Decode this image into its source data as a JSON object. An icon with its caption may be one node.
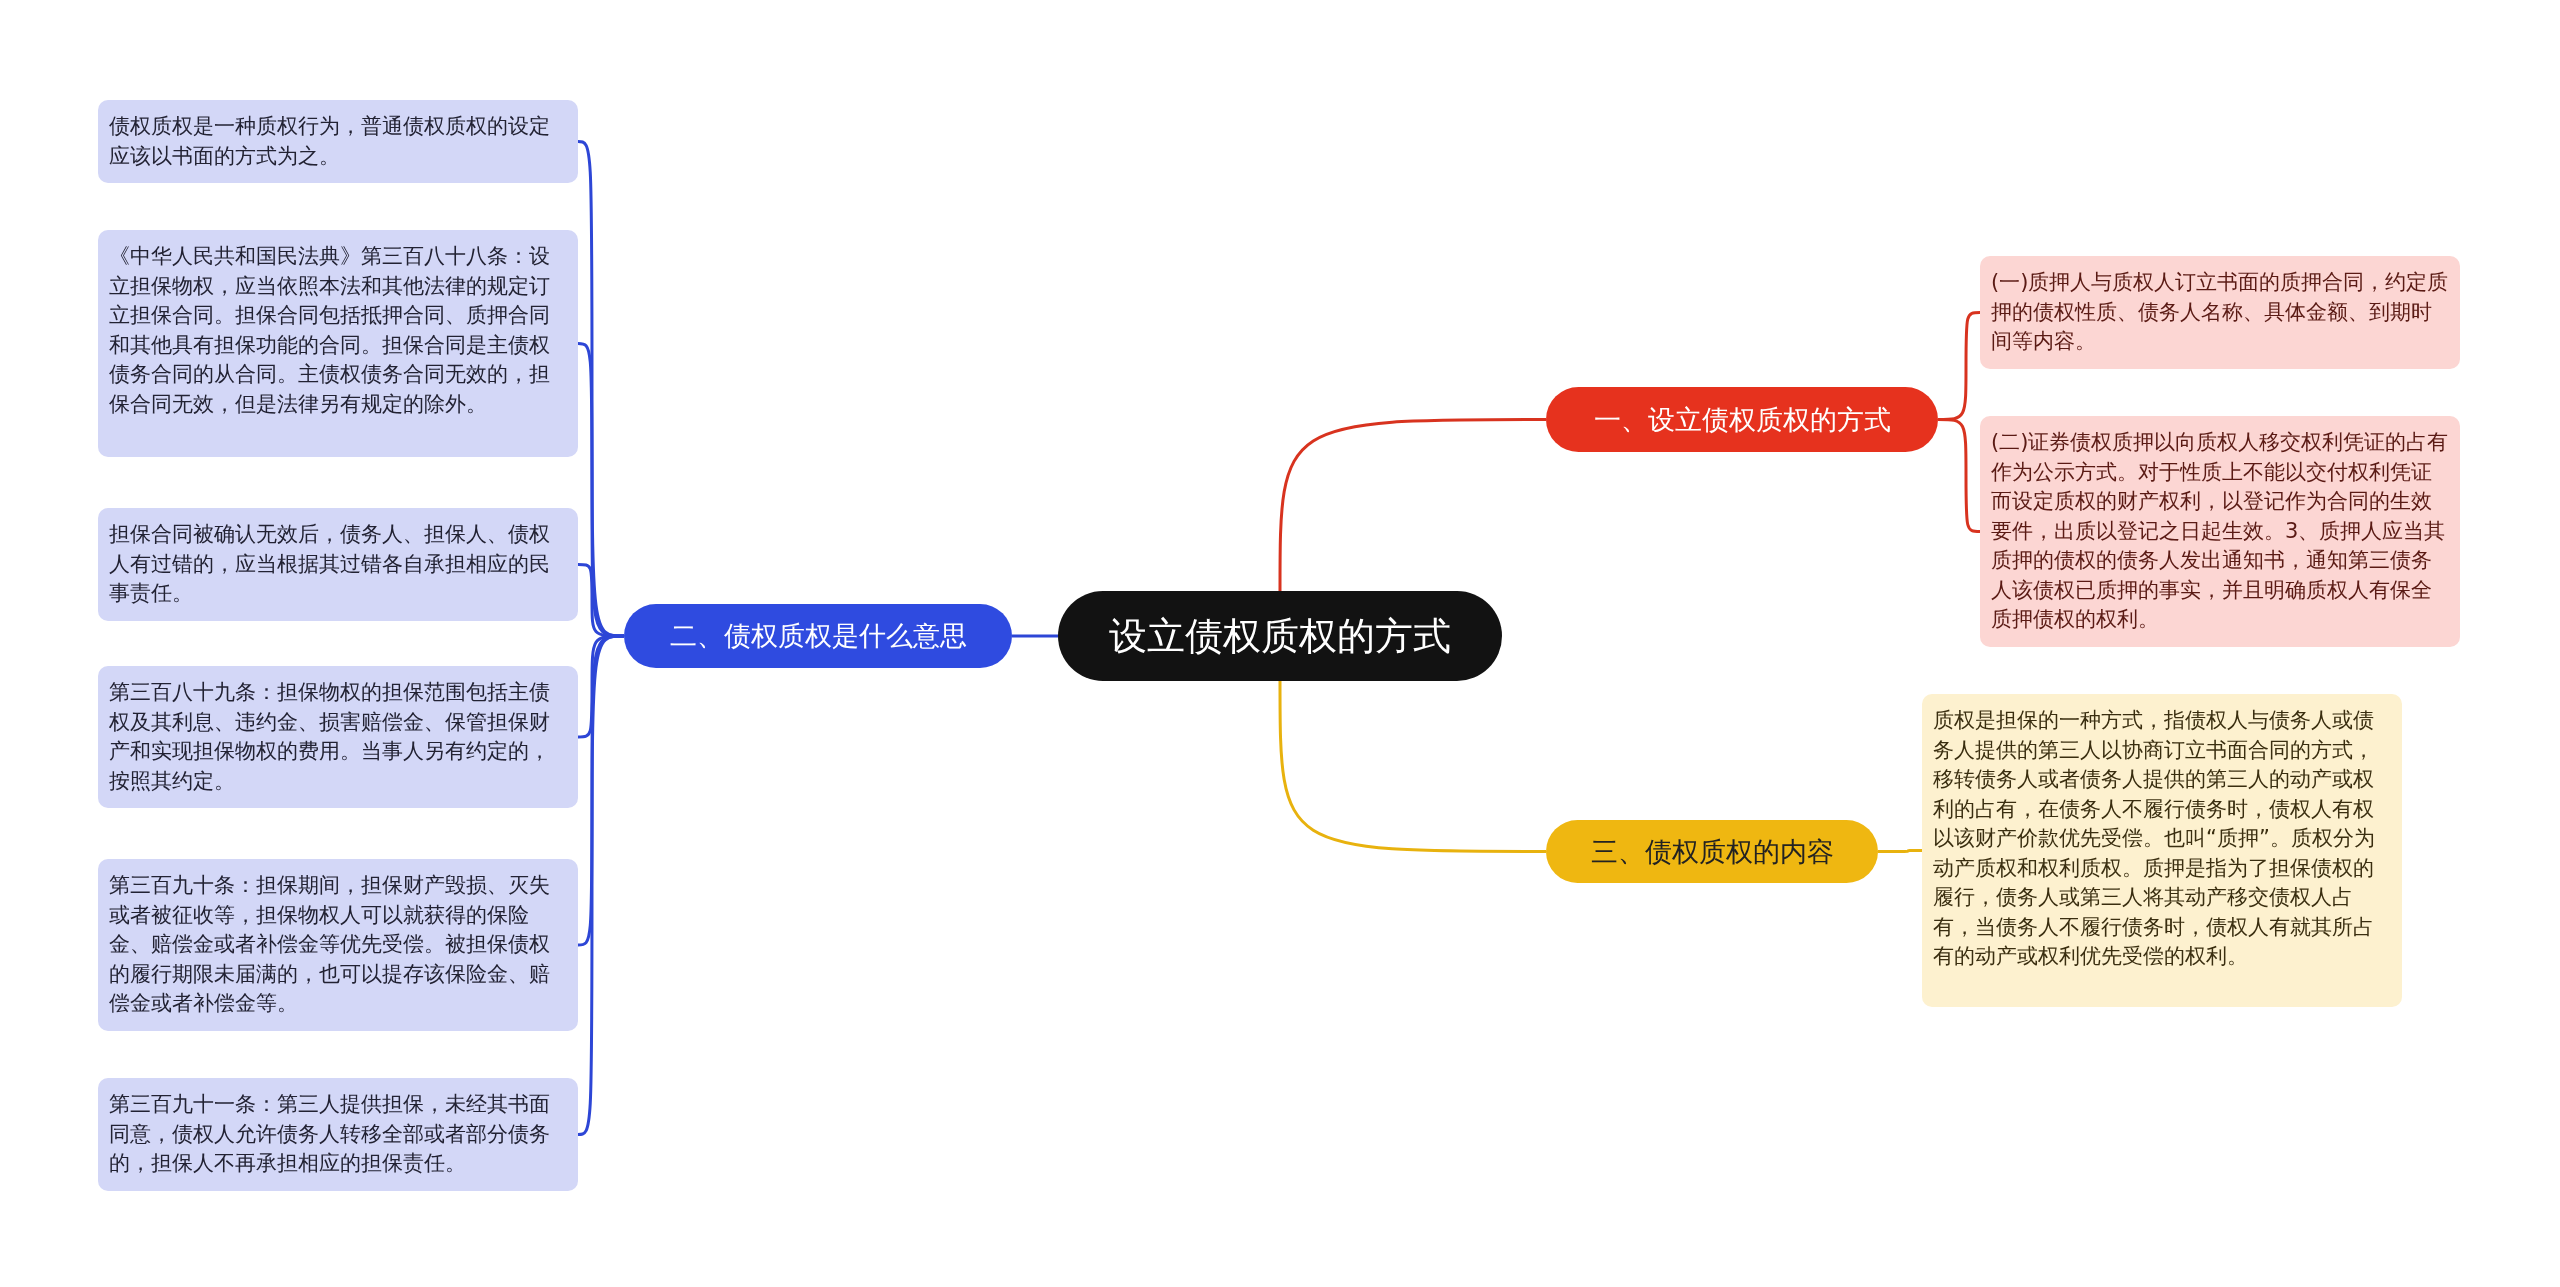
{
  "diagram": {
    "nodes": [
      {
        "text": [
          "设立债权质权的方式"
        ]
      },
      {
        "text": [
          "一、设立债权质权的方式"
        ]
      },
      {
        "text": [
          "(一)质押人与质权人订立书面的质押合同，约定质押的债权性质、债务人名称、具体金额、到期时间等内容。"
        ]
      },
      {
        "text": [
          "(二)证券债权质押以向质权人移交权利凭证的占有作为公示方式。对于性质上不能以交付权利凭证而设定质权的财产权利，以登记作为合同的生效要件，出质以登记之日起生效。3、质押人应当其质押的债权的债务人发出通知书，通知第三债务人该债权已质押的事实，并且明确质权人有保全质押债权的权利。"
        ]
      },
      {
        "text": [
          "二、债权质权是什么意思"
        ]
      },
      {
        "text": [
          "债权质权是一种质权行为，普通债权质权的设定应该以书面的方式为之。"
        ]
      },
      {
        "text": [
          "《中华人民共和国民法典》第三百八十八条：设立担保物权，应当依照本法和其他法律的规定订立担保合同。担保合同包括抵押合同、质押合同和其他具有担保功能的合同。担保合同是主债权债务合同的从合同。主债权债务合同无效的，担保合同无效，但是法律另有规定的除外。"
        ]
      },
      {
        "text": [
          "担保合同被确认无效后，债务人、担保人、债权人有过错的，应当根据其过错各自承担相应的民事责任。"
        ]
      },
      {
        "text": [
          "第三百八十九条：担保物权的担保范围包括主债权及其利息、违约金、损害赔偿金、保管担保财产和实现担保物权的费用。当事人另有约定的，按照其约定。"
        ]
      },
      {
        "text": [
          "第三百九十条：担保期间，担保财产毁损、灭失或者被征收等，担保物权人可以就获得的保险金、赔偿金或者补偿金等优先受偿。被担保债权的履行期限未届满的，也可以提存该保险金、赔偿金或者补偿金等。"
        ]
      },
      {
        "text": [
          "第三百九十一条：第三人提供担保，未经其书面同意，债权人允许债务人转移全部或者部分债务的，担保人不再承担相应的担保责任。"
        ]
      },
      {
        "text": [
          "三、债权质权的内容"
        ]
      },
      {
        "text": [
          "质权是担保的一种方式，指债权人与债务人或债务人提供的第三人以协商订立书面合同的方式，移转债务人或者债务人提供的第三人的动产或权利的占有，在债务人不履行债务时，债权人有权以该财产价款优先受偿。也叫“质押”。质权分为动产质权和权利质权。质押是指为了担保债权的履行，债务人或第三人将其动产移交债权人占有，当债务人不履行债务时，债权人有就其所占有的动产或权利优先受偿的权利。"
        ]
      }
    ],
    "edges": [
      {
        "from": 0,
        "to": 1,
        "arrow": "none",
        "color": "#d8331f"
      },
      {
        "from": 1,
        "to": 2,
        "arrow": "none",
        "color": "#d8331f"
      },
      {
        "from": 1,
        "to": 3,
        "arrow": "none",
        "color": "#d8331f"
      },
      {
        "from": 0,
        "to": 4,
        "arrow": "none",
        "color": "#2d46d6"
      },
      {
        "from": 4,
        "to": 5,
        "arrow": "none",
        "color": "#2d46d6"
      },
      {
        "from": 4,
        "to": 6,
        "arrow": "none",
        "color": "#2d46d6"
      },
      {
        "from": 4,
        "to": 7,
        "arrow": "none",
        "color": "#2d46d6"
      },
      {
        "from": 4,
        "to": 8,
        "arrow": "none",
        "color": "#2d46d6"
      },
      {
        "from": 4,
        "to": 9,
        "arrow": "none",
        "color": "#2d46d6"
      },
      {
        "from": 4,
        "to": 10,
        "arrow": "none",
        "color": "#2d46d6"
      },
      {
        "from": 0,
        "to": 11,
        "arrow": "none",
        "color": "#e8b20e"
      },
      {
        "from": 11,
        "to": 12,
        "arrow": "none",
        "color": "#e8b20e"
      }
    ]
  }
}
